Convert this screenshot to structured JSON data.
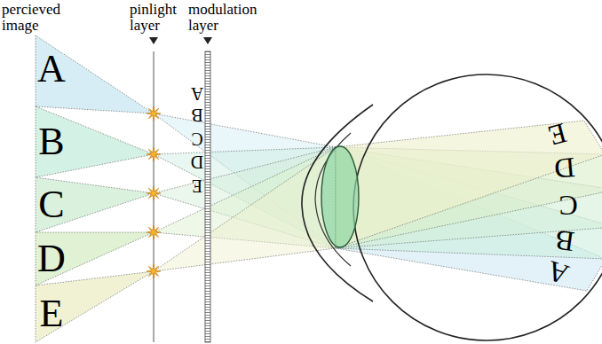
{
  "diagram": {
    "labels": [
      "percieved image",
      "pinlight layer",
      "modulation layer",
      "A",
      "B",
      "C",
      "D",
      "E",
      "A",
      "B",
      "C",
      "D",
      "E",
      "E",
      "D",
      "C",
      "B",
      "A"
    ]
  }
}
